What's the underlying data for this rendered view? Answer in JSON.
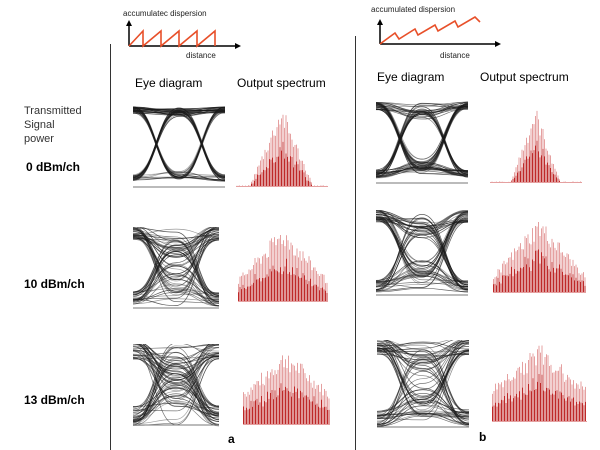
{
  "figure": {
    "row_axis_label": [
      "Transmitted",
      "Signal",
      "power"
    ],
    "rows": [
      {
        "label": "0 dBm/ch"
      },
      {
        "label": "10 dBm/ch"
      },
      {
        "label": "13 dBm/ch"
      }
    ],
    "column_headers": {
      "eye": "Eye diagram",
      "spectrum": "Output spectrum"
    },
    "panels": [
      {
        "id": "a",
        "letter": "a",
        "dispersion_map": {
          "ylabel": "accumulatec dispersion",
          "xlabel": "distance",
          "shape": "sawtooth-returning-to-zero"
        }
      },
      {
        "id": "b",
        "letter": "b",
        "dispersion_map": {
          "ylabel": "accumulated dispersion",
          "xlabel": "distance",
          "shape": "sawtooth-increasing"
        }
      }
    ],
    "colors": {
      "dispersion_line": "#e8502a",
      "eye_trace": "#1a1a1a",
      "spectrum": "#b00000",
      "spectrum_light": "#e5a0a0",
      "divider": "#333333"
    }
  }
}
